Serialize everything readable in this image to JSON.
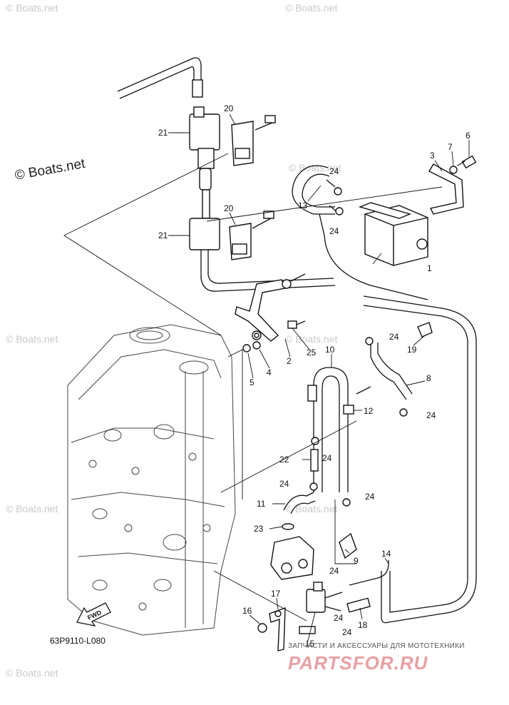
{
  "watermarks": {
    "repeat": "© Boats.net",
    "main": "© Boats.net"
  },
  "diagram_code": "63P9110-L080",
  "fwd_label": "FWD",
  "shop": {
    "tagline": "ЗАПЧАСТИ И АКСЕССУАРЫ ДЛЯ МОТОТЕХНИКИ",
    "logo": "PARTSFOR.RU"
  },
  "callouts": [
    "1",
    "2",
    "3",
    "4",
    "5",
    "6",
    "7",
    "8",
    "9",
    "10",
    "11",
    "12",
    "13",
    "14",
    "15",
    "16",
    "17",
    "18",
    "19",
    "20",
    "20",
    "21",
    "21",
    "22",
    "23",
    "24",
    "24",
    "24",
    "24",
    "24",
    "24",
    "24",
    "24",
    "24",
    "24",
    "25"
  ]
}
